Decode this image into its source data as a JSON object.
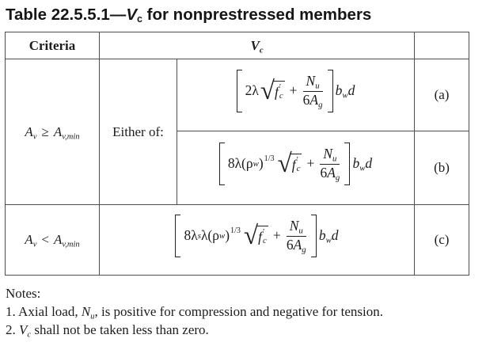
{
  "title": {
    "prefix": "Table 22.5.5.1—",
    "var": "V",
    "var_sub": "c",
    "suffix": " for nonprestressed members"
  },
  "table": {
    "header": {
      "criteria": "Criteria",
      "vc_var": "V",
      "vc_sub": "c"
    },
    "row_ab": {
      "var1": "A",
      "sub1": "v",
      "op": "≥",
      "var2": "A",
      "sub2": "v,min",
      "either_label": "Either of:"
    },
    "row_c": {
      "var1": "A",
      "sub1": "v",
      "op": "<",
      "var2": "A",
      "sub2": "v,min"
    },
    "formulas": {
      "a": {
        "coeff": "2λ",
        "label": "(a)"
      },
      "b": {
        "coeff": "8λ(ρ",
        "rho_sub": "w",
        "paren": ")",
        "exp": "1/3",
        "label": "(b)"
      },
      "c": {
        "coeff": "8λ",
        "lambda_sub": "s",
        "coeff2": "λ(ρ",
        "rho_sub": "w",
        "paren": ")",
        "exp": "1/3",
        "label": "(c)"
      },
      "shared": {
        "radical": "√",
        "rad_var": "f",
        "rad_prime": "′",
        "rad_sub": "c",
        "plus": "+",
        "num_var": "N",
        "num_sub": "u",
        "den_coeff": "6",
        "den_var": "A",
        "den_sub": "g",
        "suf_var1": "b",
        "suf_sub1": "w",
        "suf_var2": "d"
      }
    }
  },
  "notes": {
    "heading": "Notes:",
    "n1_pre": "1. Axial load, ",
    "n1_var": "N",
    "n1_sub": "u",
    "n1_post": ", is positive for compression and negative for tension.",
    "n2_pre": "2. ",
    "n2_var": "V",
    "n2_sub": "c",
    "n2_post": " shall not be taken less than zero."
  }
}
